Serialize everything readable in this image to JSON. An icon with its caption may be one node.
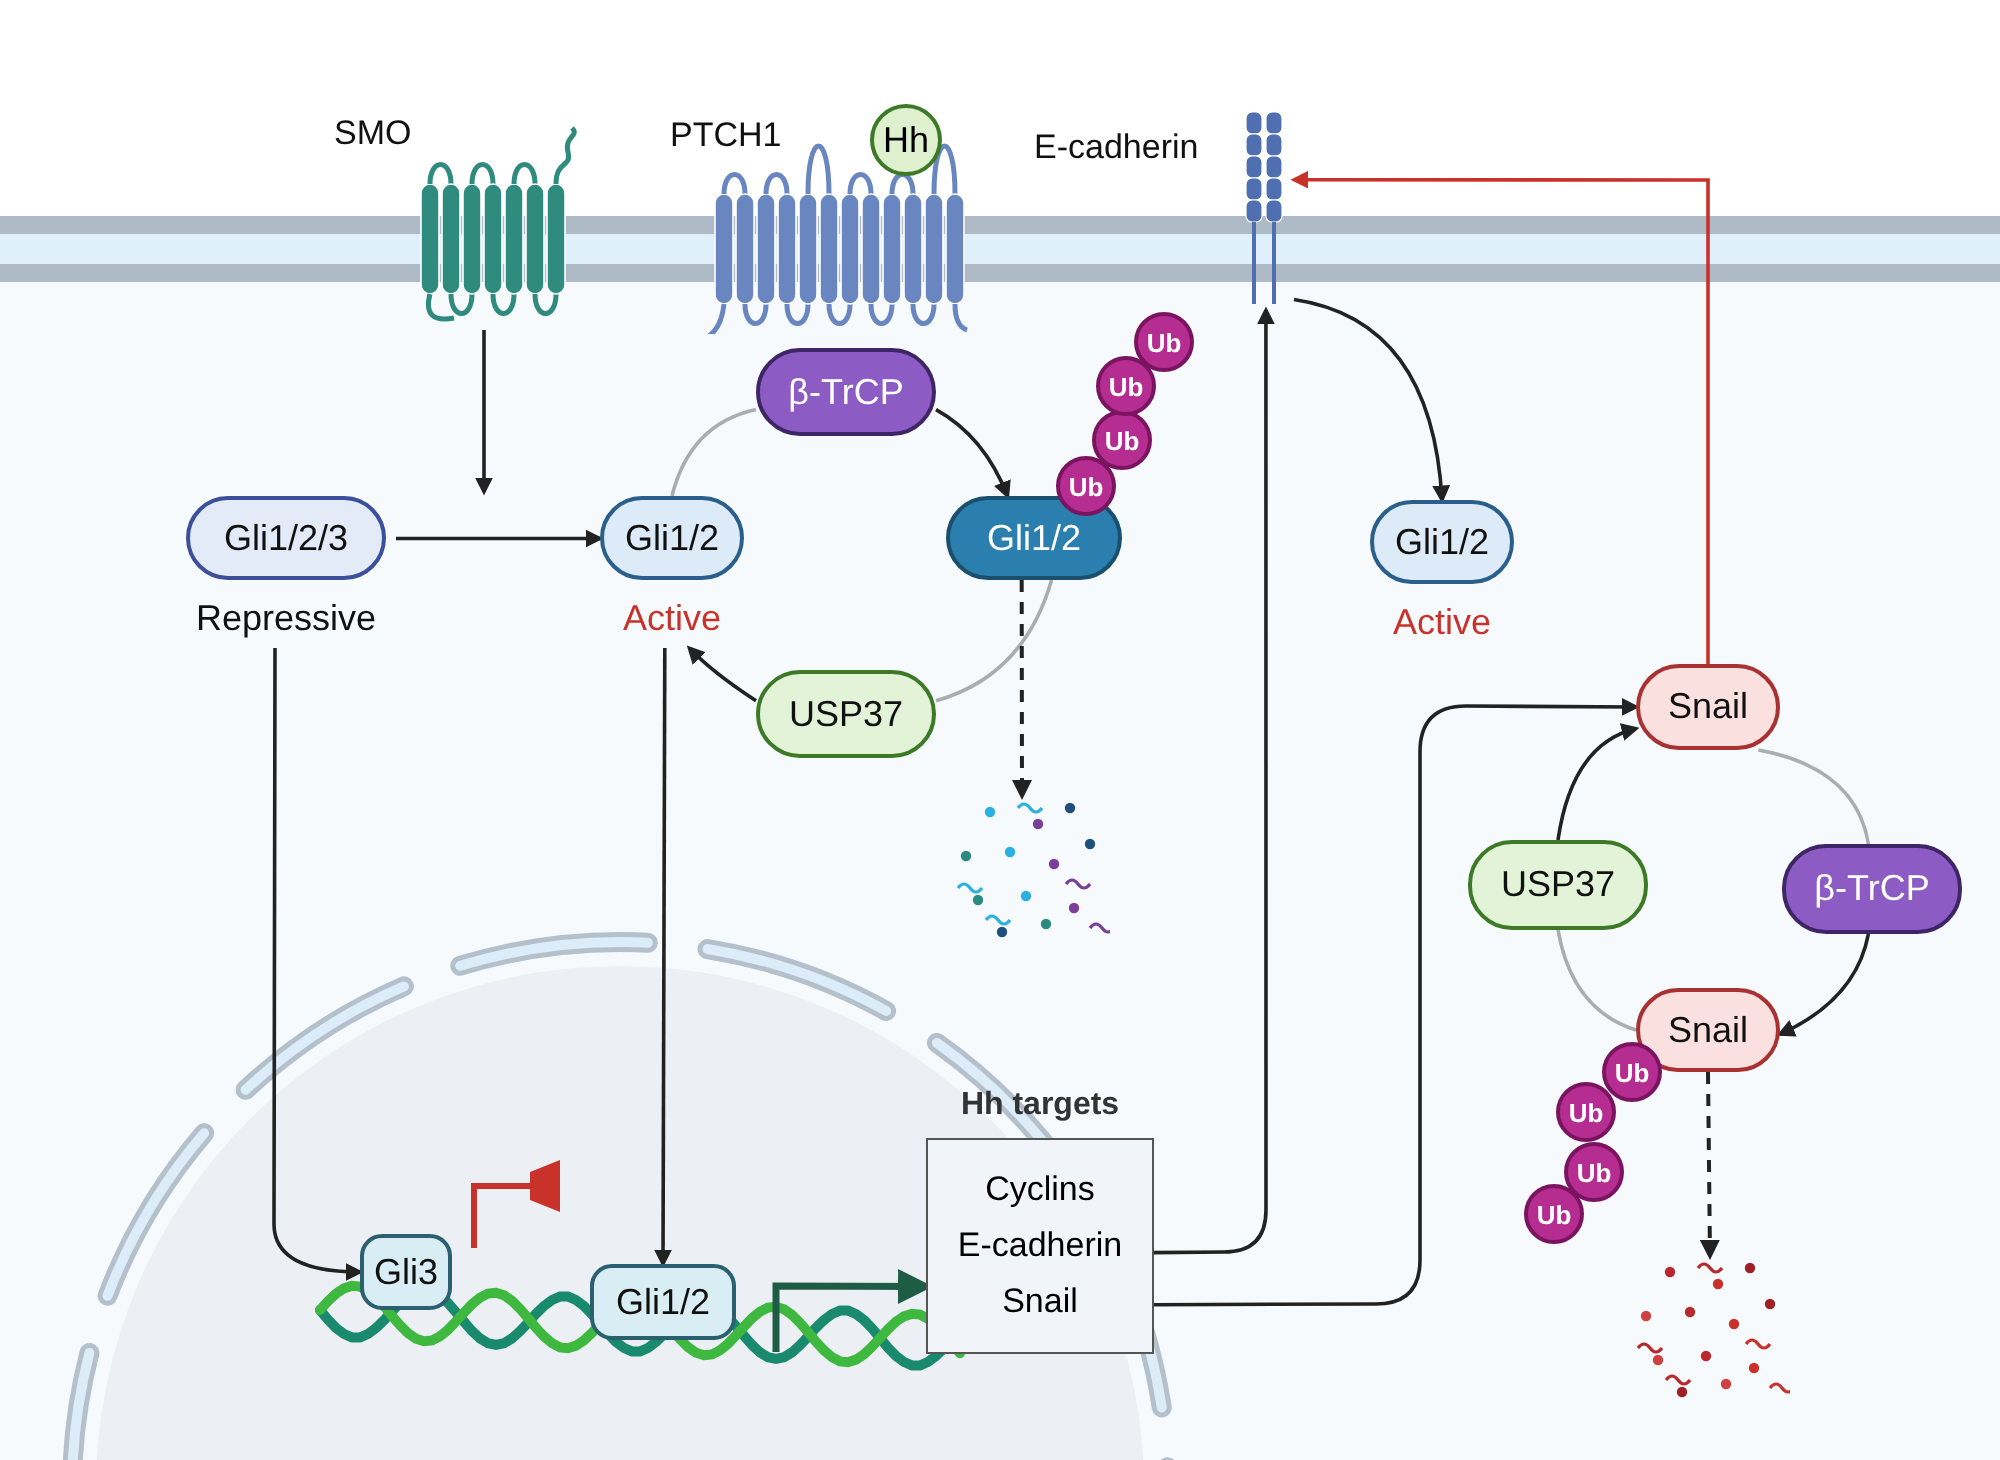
{
  "diagram": {
    "nodes": [
      {
        "text": [
          "SMO"
        ]
      },
      {
        "text": [
          "PTCH1"
        ]
      },
      {
        "text": [
          "Hh"
        ]
      },
      {
        "text": [
          "E-cadherin"
        ]
      },
      {
        "text": [
          "Gli1/2/3"
        ],
        "beside": [
          "Repressive"
        ]
      },
      {
        "text": [
          "Gli1/2"
        ],
        "beside": [
          "Active"
        ]
      },
      {
        "text": [
          "β-TrCP"
        ]
      },
      {
        "text": [
          "Gli1/2"
        ]
      },
      {
        "text": [
          "Ub"
        ]
      },
      {
        "text": [
          "Ub"
        ]
      },
      {
        "text": [
          "Ub"
        ]
      },
      {
        "text": [
          "Ub"
        ]
      },
      {
        "text": [
          "Gli1/2"
        ],
        "beside": [
          "Active"
        ]
      },
      {
        "text": [
          "USP37"
        ]
      },
      {
        "text": [],
        "shape": "picture"
      },
      {
        "text": [
          "Snail"
        ]
      },
      {
        "text": [
          "USP37"
        ]
      },
      {
        "text": [
          "β-TrCP"
        ]
      },
      {
        "text": [
          "Snail"
        ]
      },
      {
        "text": [
          "Ub"
        ]
      },
      {
        "text": [
          "Ub"
        ]
      },
      {
        "text": [
          "Ub"
        ]
      },
      {
        "text": [
          "Ub"
        ]
      },
      {
        "text": [],
        "shape": "picture"
      },
      {
        "text": [
          "Gli3"
        ]
      },
      {
        "text": [
          "Gli1/2"
        ]
      },
      {
        "text": [
          "Hh targets",
          "Cyclins E-cadherin Snail"
        ]
      }
    ],
    "edges": [
      {
        "from": 0,
        "to": null,
        "arrow": "to"
      },
      {
        "from": 4,
        "to": 5,
        "arrow": "to"
      },
      {
        "from": 5,
        "to": 6,
        "arrow": "none",
        "color": "#a9adb2"
      },
      {
        "from": 6,
        "to": 7,
        "arrow": "to"
      },
      {
        "from": 7,
        "to": 13,
        "arrow": "none",
        "color": "#a9adb2"
      },
      {
        "from": 13,
        "to": 5,
        "arrow": "to"
      },
      {
        "from": 7,
        "to": 14,
        "arrow": "to",
        "style": "dashed"
      },
      {
        "from": 4,
        "to": 24,
        "arrow": "to"
      },
      {
        "from": 5,
        "to": 25,
        "arrow": "to"
      },
      {
        "from": 26,
        "to": 3,
        "arrow": "to"
      },
      {
        "from": 3,
        "to": 12,
        "arrow": "to"
      },
      {
        "from": 26,
        "to": 15,
        "arrow": "to"
      },
      {
        "from": 15,
        "to": 3,
        "arrow": "to",
        "color": "#c8322b"
      },
      {
        "from": 15,
        "to": 17,
        "arrow": "none",
        "color": "#a9adb2"
      },
      {
        "from": 17,
        "to": 18,
        "arrow": "to"
      },
      {
        "from": 18,
        "to": 16,
        "arrow": "none",
        "color": "#a9adb2"
      },
      {
        "from": 16,
        "to": 15,
        "arrow": "to"
      },
      {
        "from": 18,
        "to": 23,
        "arrow": "to",
        "style": "dashed"
      },
      {
        "from": null,
        "to": 26,
        "arrow": "to",
        "style": "thick",
        "color": "#1f5c45"
      }
    ]
  }
}
